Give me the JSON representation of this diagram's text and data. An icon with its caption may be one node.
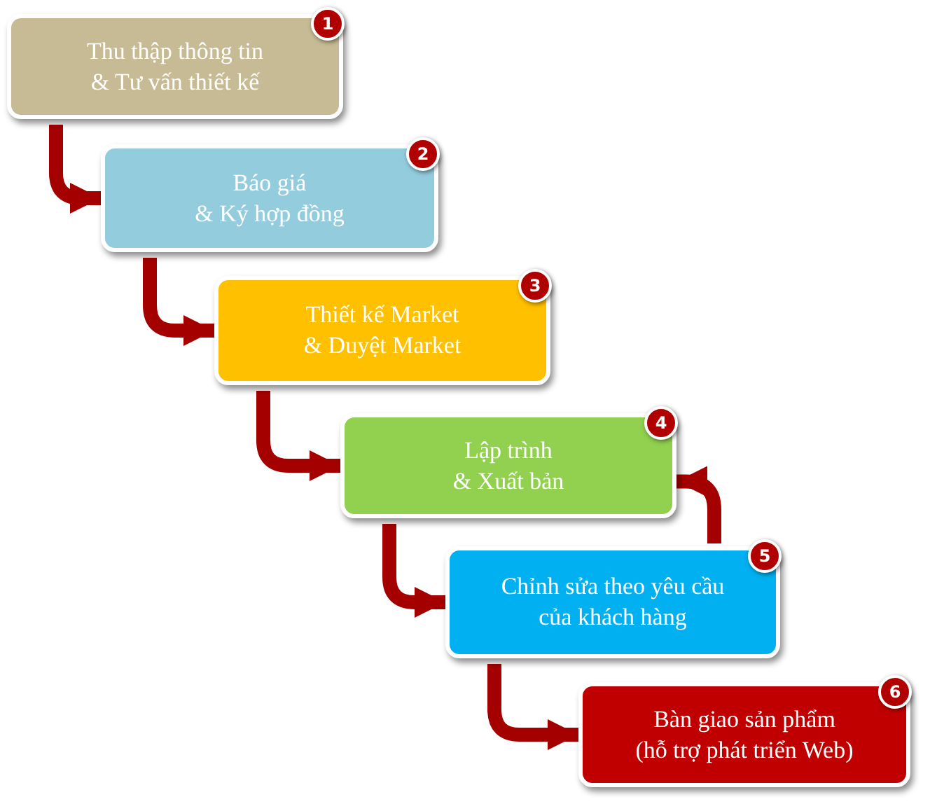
{
  "diagram": {
    "nodes": [
      {
        "text": [
          "Thu thập thông tin",
          "& Tư vấn thiết kế",
          "1"
        ]
      },
      {
        "text": [
          "Báo giá",
          "& Ký hợp đồng",
          "2"
        ]
      },
      {
        "text": [
          "Thiết kế Market",
          "& Duyệt Market",
          "3"
        ]
      },
      {
        "text": [
          "Lập trình",
          "& Xuất bản",
          "4"
        ]
      },
      {
        "text": [
          "Chỉnh sửa theo yêu cầu của khách hàng",
          "5"
        ]
      },
      {
        "text": [
          "Bàn giao sản phẩm",
          "(hỗ trợ phát triển Web)",
          "6"
        ]
      }
    ],
    "edges": [
      {
        "from": 0,
        "to": 1,
        "arrow": "to"
      },
      {
        "from": 1,
        "to": 2,
        "arrow": "to"
      },
      {
        "from": 2,
        "to": 3,
        "arrow": "to"
      },
      {
        "from": 3,
        "to": 4,
        "arrow": "to"
      },
      {
        "from": 4,
        "to": 5,
        "arrow": "to"
      },
      {
        "from": 4,
        "to": 3,
        "arrow": "to"
      }
    ]
  }
}
